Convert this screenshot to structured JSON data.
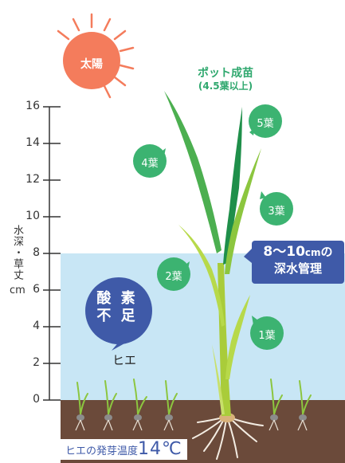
{
  "sun_label": "太陽",
  "title": {
    "main": "ポット成苗",
    "sub": "(4.5葉以上)"
  },
  "leaf_labels": [
    "1葉",
    "2葉",
    "3葉",
    "4葉",
    "5葉"
  ],
  "y_axis": {
    "label": "水深・草丈",
    "unit": "cm",
    "ticks": [
      "0",
      "2",
      "4",
      "6",
      "8",
      "10",
      "12",
      "14",
      "16"
    ]
  },
  "water_callout": {
    "range": "8～10",
    "unit": "cm",
    "particle": "の",
    "line2": "深水管理"
  },
  "oxygen_bubble": {
    "line1": "酸 素",
    "line2": "不 足"
  },
  "weed_label": "ヒエ",
  "germination": {
    "label": "ヒエの発芽温度",
    "value": "14℃"
  },
  "colors": {
    "sun": "#f47c5c",
    "water": "#c8e6f5",
    "soil": "#6b4a3a",
    "leaf_badge": "#3cb371",
    "callout": "#3f5aa8",
    "title": "#2fa86e"
  },
  "icons": [
    "sun-icon",
    "rice-seedling-icon",
    "weed-sprout-icon",
    "seed-icon",
    "root-icon"
  ]
}
